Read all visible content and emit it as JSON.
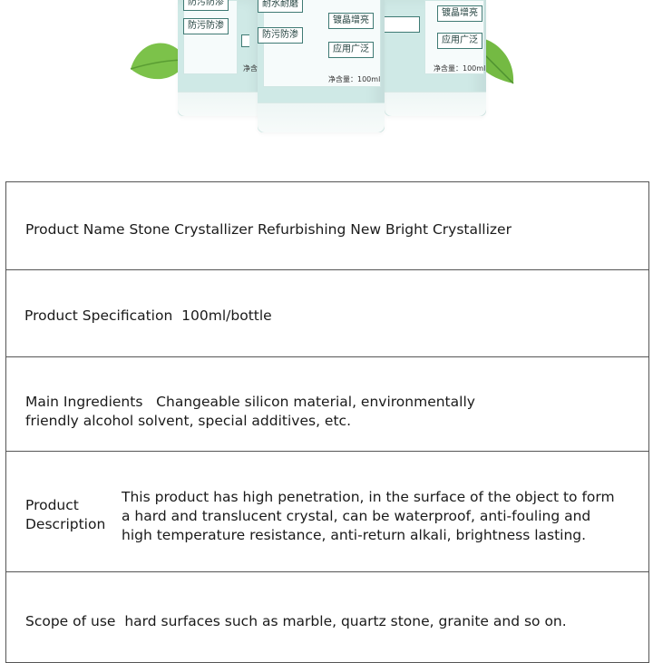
{
  "hero": {
    "bottle_tags": {
      "left": [
        "防污防渗",
        "防污防渗"
      ],
      "center": [
        "耐水耐磨",
        "镀晶增亮",
        "防污防渗",
        "应用广泛"
      ],
      "right": [
        "镀晶增亮",
        "应用广泛"
      ]
    },
    "volume_label": "净含量：",
    "volume_value": "100ml",
    "leaf_icon": "leaf-icon",
    "bottle_icon": "bottle-icon",
    "colors": {
      "bottle": "#cfe9e6",
      "leaf": "#7cc24a",
      "tag_border": "#3f7a74"
    }
  },
  "table": {
    "product_name": {
      "label": "Product Name",
      "value": "Stone Crystallizer Refurbishing New Bright Crystallizer"
    },
    "specification": {
      "label": "Product Specification",
      "value": "100ml/bottle"
    },
    "ingredients": {
      "label": "Main Ingredients",
      "value_line1": "Changeable silicon material, environmentally",
      "value_line2": "friendly alcohol solvent, special additives, etc."
    },
    "description": {
      "label_line1": "Product",
      "label_line2": "Description",
      "value_line1": "This product has high penetration, in the surface of the object to form",
      "value_line2": "a hard and translucent crystal, can be waterproof, anti-fouling and",
      "value_line3": "high temperature resistance, anti-return alkali, brightness lasting."
    },
    "scope": {
      "label": "Scope of use",
      "value": "hard surfaces such as marble, quartz stone, granite and so on."
    }
  }
}
